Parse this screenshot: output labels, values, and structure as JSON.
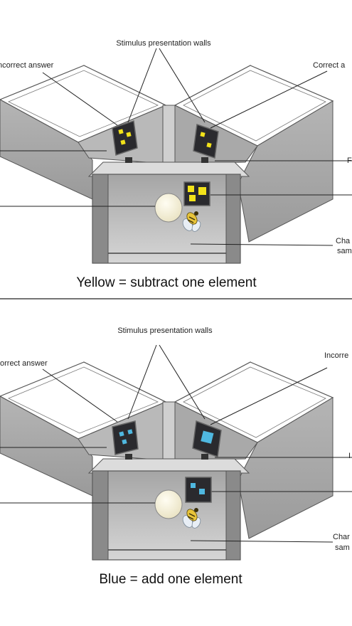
{
  "panels": [
    {
      "stimulus_label": "Stimulus presentation walls",
      "left_label": "Incorrect answer",
      "right_label": "Correct a",
      "right_mid_label": "F",
      "chamber_label_line1": "Cha",
      "chamber_label_line2": "sam",
      "caption": "Yellow = subtract one element",
      "stimulus_color": "#f2e21a"
    },
    {
      "stimulus_label": "Stimulus presentation walls",
      "left_label": "orrect answer",
      "right_label": "Incorre",
      "right_mid_label": "I",
      "chamber_label_line1": "Char",
      "chamber_label_line2": "sam",
      "caption": "Blue = add one element",
      "stimulus_color": "#4fb8e0"
    }
  ]
}
